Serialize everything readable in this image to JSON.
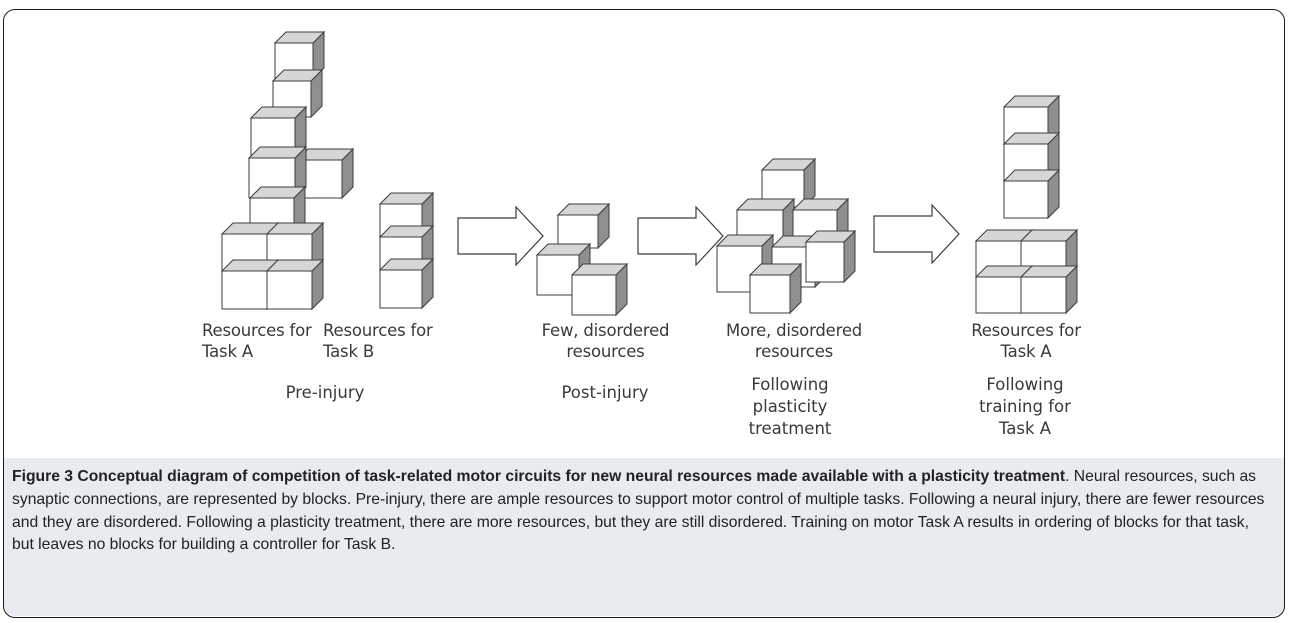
{
  "labels": {
    "resources_task_a_1": "Resources for\nTask A",
    "resources_task_b": "Resources for\nTask B",
    "few_disordered": "Few, disordered\nresources",
    "more_disordered": "More, disordered\nresources",
    "resources_task_a_2": "Resources for\nTask A"
  },
  "stages": {
    "pre_injury": "Pre-injury",
    "post_injury": "Post-injury",
    "following_plasticity": "Following\nplasticity\ntreatment",
    "following_training": "Following\ntraining for\nTask A"
  },
  "caption": {
    "title": "Figure 3 Conceptual diagram of competition of task-related motor circuits for new neural resources made available with a plasticity treatment",
    "body": ". Neural resources, such as synaptic connections, are represented by blocks. Pre-injury, there are ample resources to support motor control of multiple tasks. Following a neural injury, there are fewer resources and they are disordered. Following a plasticity treatment, there are more resources, but they are still disordered. Training on motor Task A results in ordering of blocks for that task, but leaves no blocks for building a controller for Task B."
  }
}
